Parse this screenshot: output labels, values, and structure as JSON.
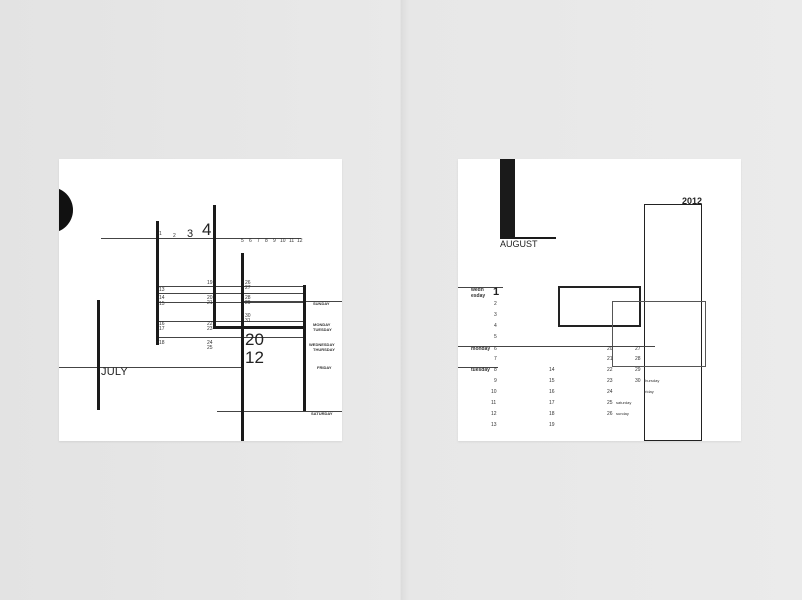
{
  "july": {
    "month": "JULY",
    "year_top": "20",
    "year_bottom": "12",
    "big_digits": [
      "3",
      "4"
    ],
    "top_row": [
      "1",
      "2",
      "5",
      "6",
      "7",
      "8",
      "9",
      "10",
      "11",
      "12"
    ],
    "col_a": [
      "13",
      "14",
      "15",
      "16",
      "17",
      "18"
    ],
    "col_b": [
      "19",
      "20",
      "21",
      "22",
      "23",
      "24",
      "25"
    ],
    "col_c": [
      "26",
      "27",
      "28",
      "29",
      "30",
      "31"
    ],
    "days": [
      "SUNDAY",
      "MONDAY",
      "TUESDAY",
      "WEDNESDAY",
      "THURSDAY",
      "FRIDAY",
      "SATURDAY"
    ]
  },
  "august": {
    "month": "AUGUST",
    "year": "2012",
    "first_day": "1",
    "labels": [
      "wedn",
      "esday",
      "monday",
      "tuesday",
      "thursday",
      "friday",
      "saturday",
      "sunday"
    ],
    "col1": [
      "2",
      "3",
      "4",
      "5",
      "6",
      "7",
      "8",
      "9",
      "10",
      "11",
      "12",
      "13"
    ],
    "col2": [
      "14",
      "15",
      "16",
      "17",
      "18",
      "19"
    ],
    "col3": [
      "20",
      "21",
      "22",
      "23",
      "24",
      "25",
      "26"
    ],
    "col4": [
      "27",
      "28",
      "29",
      "30"
    ]
  }
}
